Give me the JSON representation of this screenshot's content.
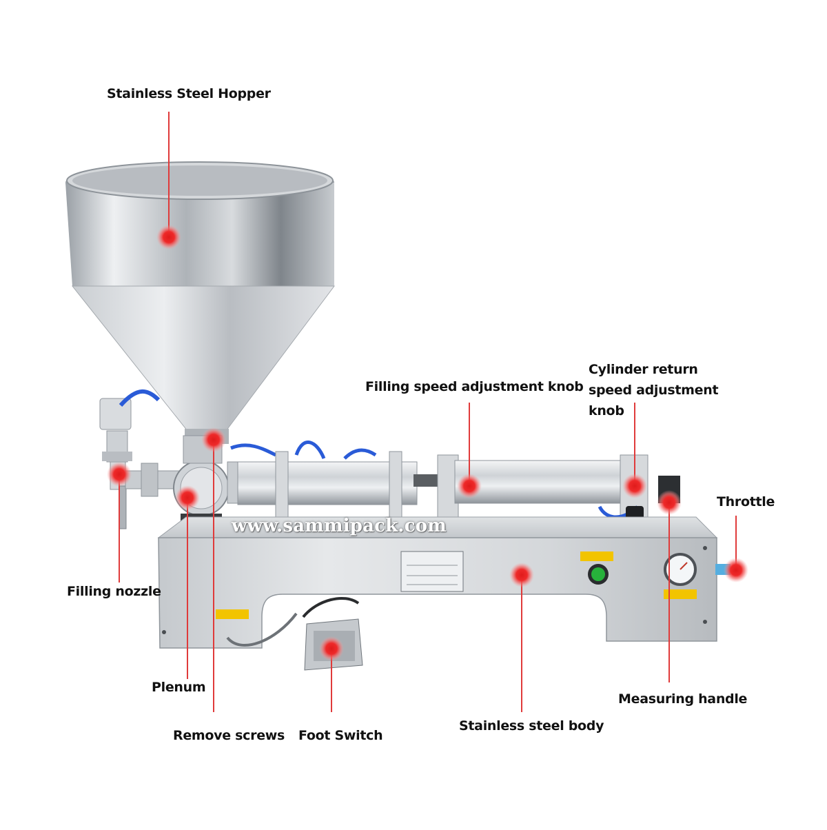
{
  "colors": {
    "accent": "#e01b1b",
    "leader_line": "#e03a3a",
    "steel_light": "#e8eaec",
    "steel_dark": "#8a8f95",
    "tube_blue": "#2a5bd7",
    "button_green": "#27b13b",
    "label_yellow": "#f2c400"
  },
  "watermark": "www.sammipack.com",
  "labels": {
    "stainless_steel_hopper": "Stainless Steel Hopper",
    "filling_speed_knob": "Filling speed adjustment knob",
    "cylinder_return_speed_knob": "Cylinder return speed adjustment knob",
    "throttle": "Throttle",
    "filling_nozzle": "Filling nozzle",
    "plenum": "Plenum",
    "remove_screws": "Remove screws",
    "foot_switch": "Foot Switch",
    "stainless_steel_body": "Stainless steel body",
    "measuring_handle": "Measuring handle"
  }
}
